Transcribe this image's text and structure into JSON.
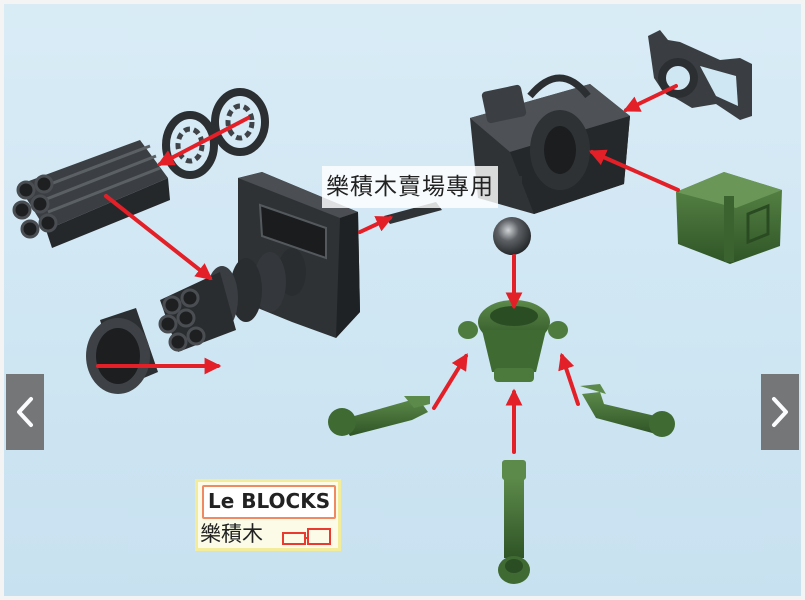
{
  "viewer": {
    "watermark_text": "樂積木賣場專用",
    "logo_brand": "Le BLOCKS",
    "logo_chinese": "樂積木",
    "prev_icon": "chevron-left-icon",
    "next_icon": "chevron-right-icon"
  },
  "colors": {
    "background": "#d3e8f4",
    "arrow": "#e32028",
    "part_dark": "#333639",
    "part_green": "#3f6b33",
    "nav_button": "#6d6d6d"
  }
}
